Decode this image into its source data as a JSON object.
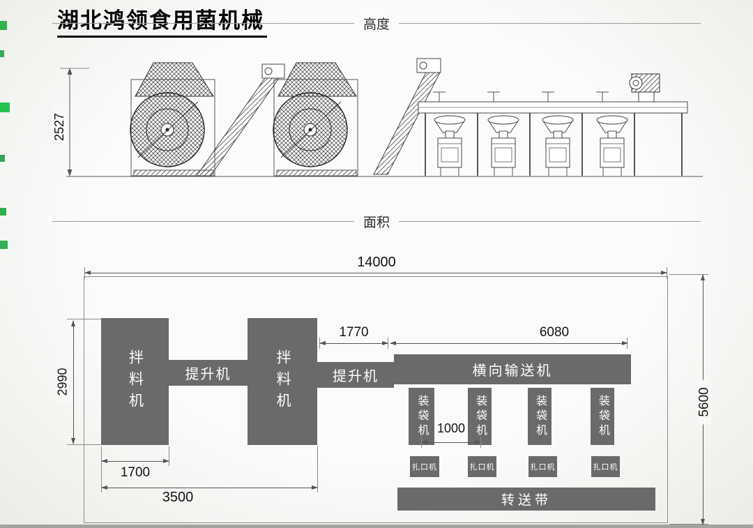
{
  "page": {
    "title": "湖北鸿领食用菌机械"
  },
  "sections": {
    "elevation": {
      "label": "高度",
      "height_dim": "2527"
    },
    "plan": {
      "label": "面积"
    }
  },
  "plan": {
    "dims": {
      "total_width": "14000",
      "total_depth": "5600",
      "mixer_depth": "2990",
      "mixer_width": "1700",
      "mixers_span": "3500",
      "elevator_gap": "1770",
      "conveyor_length": "6080",
      "bagger_pitch": "1000"
    },
    "machines": {
      "mixer_1": {
        "label": "拌料机"
      },
      "mixer_2": {
        "label": "拌料机"
      },
      "elevator_1": {
        "label": "提升机"
      },
      "elevator_2": {
        "label": "提升机"
      },
      "cross_conveyor": {
        "label": "横向输送机"
      },
      "baggers": [
        {
          "label": "装袋机"
        },
        {
          "label": "装袋机"
        },
        {
          "label": "装袋机"
        },
        {
          "label": "装袋机"
        }
      ],
      "sealers": [
        {
          "label": "扎口机"
        },
        {
          "label": "扎口机"
        },
        {
          "label": "扎口机"
        },
        {
          "label": "扎口机"
        }
      ],
      "transfer_belt": {
        "label": "转送带"
      }
    }
  }
}
